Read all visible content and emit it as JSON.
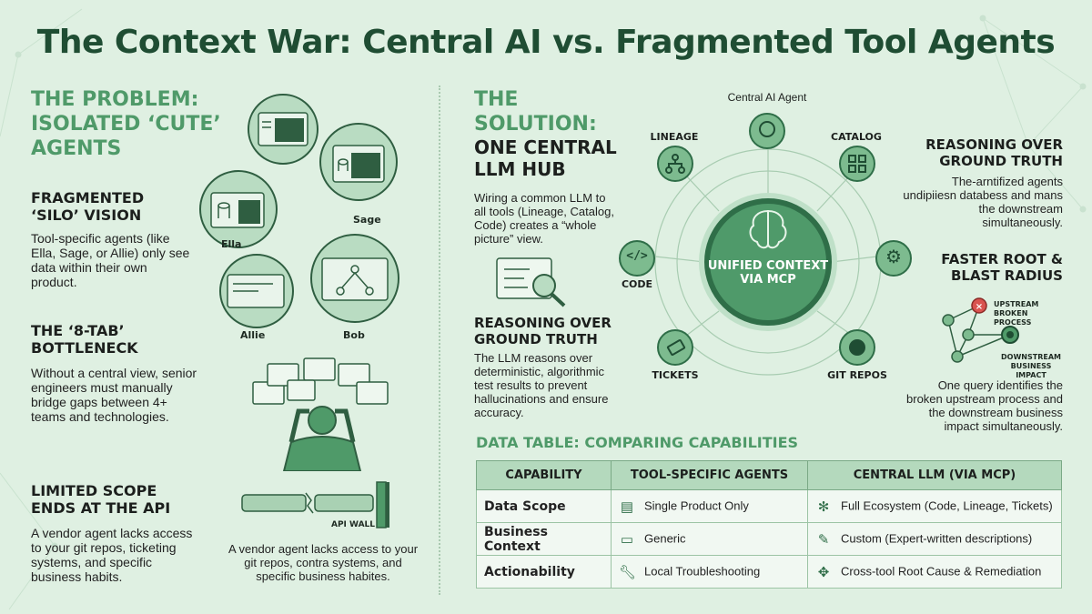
{
  "title": "The Context War: Central AI vs. Fragmented Tool Agents",
  "problem": {
    "title": "THE PROBLEM: ISOLATED ‘CUTE’ AGENTS",
    "sections": [
      {
        "heading": "FRAGMENTED ‘SILO’ VISION",
        "body": "Tool-specific agents (like Ella, Sage, or Allie) only see data within their own product."
      },
      {
        "heading": "THE ‘8-TAB’ BOTTLENECK",
        "body": "Without a central view, senior engineers must manually bridge gaps between 4+ teams and technologies."
      },
      {
        "heading": "LIMITED SCOPE ENDS AT THE API",
        "body": "A vendor agent lacks access to your git repos, ticketing systems, and specific business habits."
      }
    ],
    "agents": [
      "Ella",
      "Sage",
      "Allie",
      "Bob"
    ],
    "api_wall_label": "API WALL",
    "api_caption": "A vendor agent lacks access to your git repos, contra systems, and specific business habites."
  },
  "solution": {
    "title": "THE SOLUTION:",
    "subtitle": "ONE CENTRAL LLM HUB",
    "intro": "Wiring a common LLM to all tools (Lineage, Catalog, Code) creates a “whole picture” view.",
    "reasoning_heading": "REASONING OVER GROUND TRUTH",
    "reasoning_body": "The LLM reasons over deterministic, algorithmic test results to prevent hallucinations and ensure accuracy."
  },
  "hub": {
    "center_label": "UNIFIED CONTEXT VIA MCP",
    "top_label": "Central AI Agent",
    "nodes": [
      "LINEAGE",
      "CATALOG",
      "CODE",
      "TICKETS",
      "GIT REPOS"
    ]
  },
  "right": {
    "reasoning_heading": "REASONING OVER GROUND TRUTH",
    "reasoning_body": "The-arntifized agents undipiiesn databess and mans the downstream simultaneously.",
    "faster_heading": "FASTER ROOT & BLAST RADIUS",
    "upstream_label": "UPSTREAM BROKEN PROCESS",
    "downstream_label": "DOWNSTREAM BUSINESS IMPACT",
    "faster_body": "One query identifies the broken upstream process and the downstream business impact simultaneously."
  },
  "table": {
    "title": "DATA TABLE: COMPARING CAPABILITIES",
    "headers": [
      "CAPABILITY",
      "TOOL-SPECIFIC AGENTS",
      "CENTRAL LLM (VIA MCP)"
    ],
    "rows": [
      {
        "capability": "Data Scope",
        "tool": "Single Product Only",
        "central": "Full Ecosystem (Code, Lineage, Tickets)",
        "tool_icon": "document-icon",
        "central_icon": "network-icon"
      },
      {
        "capability": "Business Context",
        "tool": "Generic",
        "central": "Custom (Expert-written descriptions)",
        "tool_icon": "window-icon",
        "central_icon": "edit-document-icon"
      },
      {
        "capability": "Actionability",
        "tool": "Local Troubleshooting",
        "central": "Cross-tool Root Cause & Remediation",
        "tool_icon": "wrench-icon",
        "central_icon": "move-arrows-icon"
      }
    ]
  },
  "colors": {
    "background": "#dff0e2",
    "title": "#1f4d33",
    "accent_green": "#4f9a69",
    "hub_green": "#4f9a6a",
    "alert_red": "#d9534f"
  }
}
